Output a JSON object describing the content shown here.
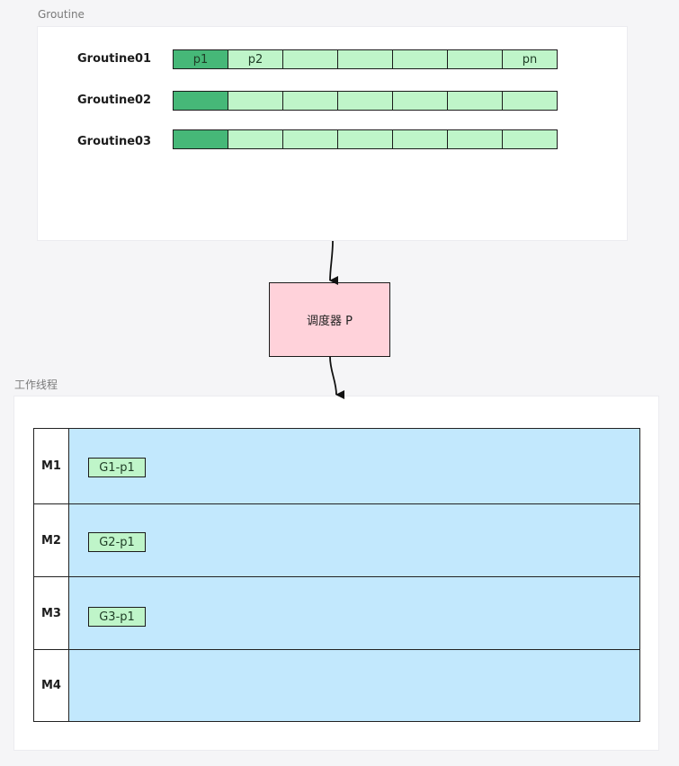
{
  "groups": {
    "goroutine_label": "Groutine",
    "worker_label": "工作线程"
  },
  "goroutines": [
    {
      "name": "Groutine01",
      "segments": [
        "p1",
        "p2",
        "",
        "",
        "",
        "",
        "pn"
      ],
      "active_index": 0
    },
    {
      "name": "Groutine02",
      "segments": [
        "",
        "",
        "",
        "",
        "",
        "",
        ""
      ],
      "active_index": 0
    },
    {
      "name": "Groutine03",
      "segments": [
        "",
        "",
        "",
        "",
        "",
        "",
        ""
      ],
      "active_index": 0
    }
  ],
  "scheduler": {
    "label": "调度器 P"
  },
  "threads": [
    {
      "name": "M1",
      "task": "G1-p1"
    },
    {
      "name": "M2",
      "task": "G2-p1"
    },
    {
      "name": "M3",
      "task": "G3-p1"
    },
    {
      "name": "M4",
      "task": ""
    }
  ],
  "colors": {
    "segment_active": "#46b878",
    "segment": "#bff5c9",
    "scheduler": "#ffd2da",
    "lane": "#c2e8fd"
  }
}
